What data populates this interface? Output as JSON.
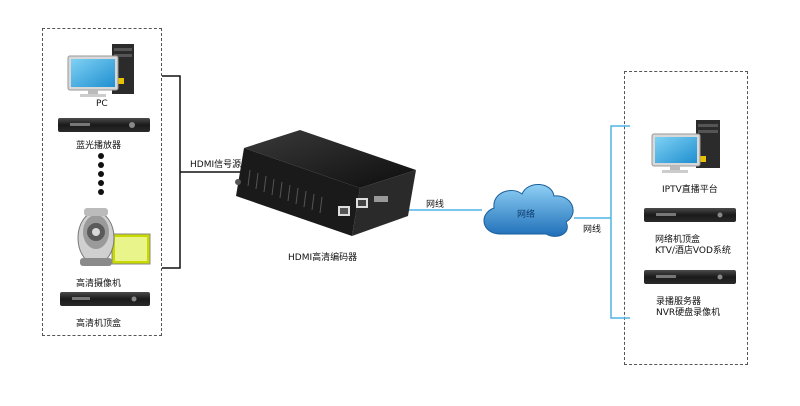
{
  "left_devices": {
    "pc": "PC",
    "bluray": "蓝光播放器",
    "camera": "高清摄像机",
    "stb": "高清机顶盒"
  },
  "encoder": {
    "label": "HDMI高清编码器",
    "input_label": "HDMI信号源"
  },
  "network": {
    "cloud_label": "网络",
    "left_link_label": "网线",
    "right_link_label": "网线"
  },
  "right_devices": {
    "iptv": "IPTV直播平台",
    "stb_line1": "网络机顶盒",
    "stb_line2": "KTV/酒店VOD系统",
    "nvr_line1": "录播服务器",
    "nvr_line2": "NVR硬盘录像机"
  },
  "colors": {
    "dashed_border": "#555555",
    "cable_left": "#111111",
    "cable_network": "#4fb3e6",
    "cloud": "#2e86c8",
    "device_dark": "#1e1e1e"
  }
}
